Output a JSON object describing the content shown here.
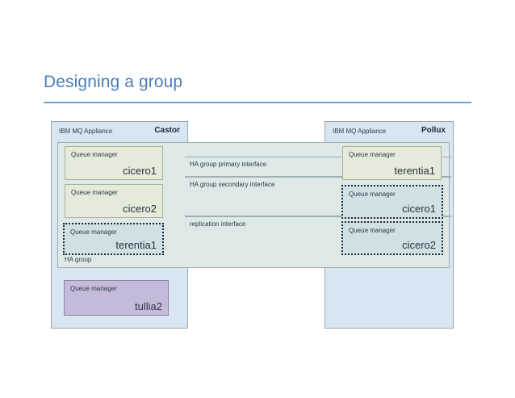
{
  "slide": {
    "title": "Designing a group"
  },
  "diagram": {
    "appliance_label": "IBM MQ Appliance",
    "queue_manager_label": "Queue manager",
    "ha_group_label": "HA group",
    "left_appliance": {
      "name": "Castor",
      "queue_managers": [
        {
          "kind": "Queue manager",
          "name": "cicero1",
          "style": "solid-green"
        },
        {
          "kind": "Queue manager",
          "name": "cicero2",
          "style": "solid-green"
        },
        {
          "kind": "Queue manager",
          "name": "terentia1",
          "style": "dashed-blue"
        },
        {
          "kind": "Queue manager",
          "name": "tullia2",
          "style": "solid-purple"
        }
      ]
    },
    "right_appliance": {
      "name": "Pollux",
      "queue_managers": [
        {
          "kind": "Queue manager",
          "name": "terentia1",
          "style": "solid-green"
        },
        {
          "kind": "Queue manager",
          "name": "cicero1",
          "style": "dashed-blue"
        },
        {
          "kind": "Queue manager",
          "name": "cicero2",
          "style": "dashed-blue"
        }
      ]
    },
    "interfaces": [
      {
        "label": "HA group primary interface"
      },
      {
        "label": "HA group secondary interface"
      },
      {
        "label": "replication interface"
      }
    ]
  },
  "colors": {
    "title": "#4a7ebb",
    "rule": "#6aa3dd",
    "appliance_fill": "#d8e6f2",
    "ha_panel_fill": "#dde8e7",
    "qm_green_fill": "#e5eada",
    "qm_blue_fill": "#cfe1e4",
    "qm_purple_fill": "#c5bada"
  }
}
